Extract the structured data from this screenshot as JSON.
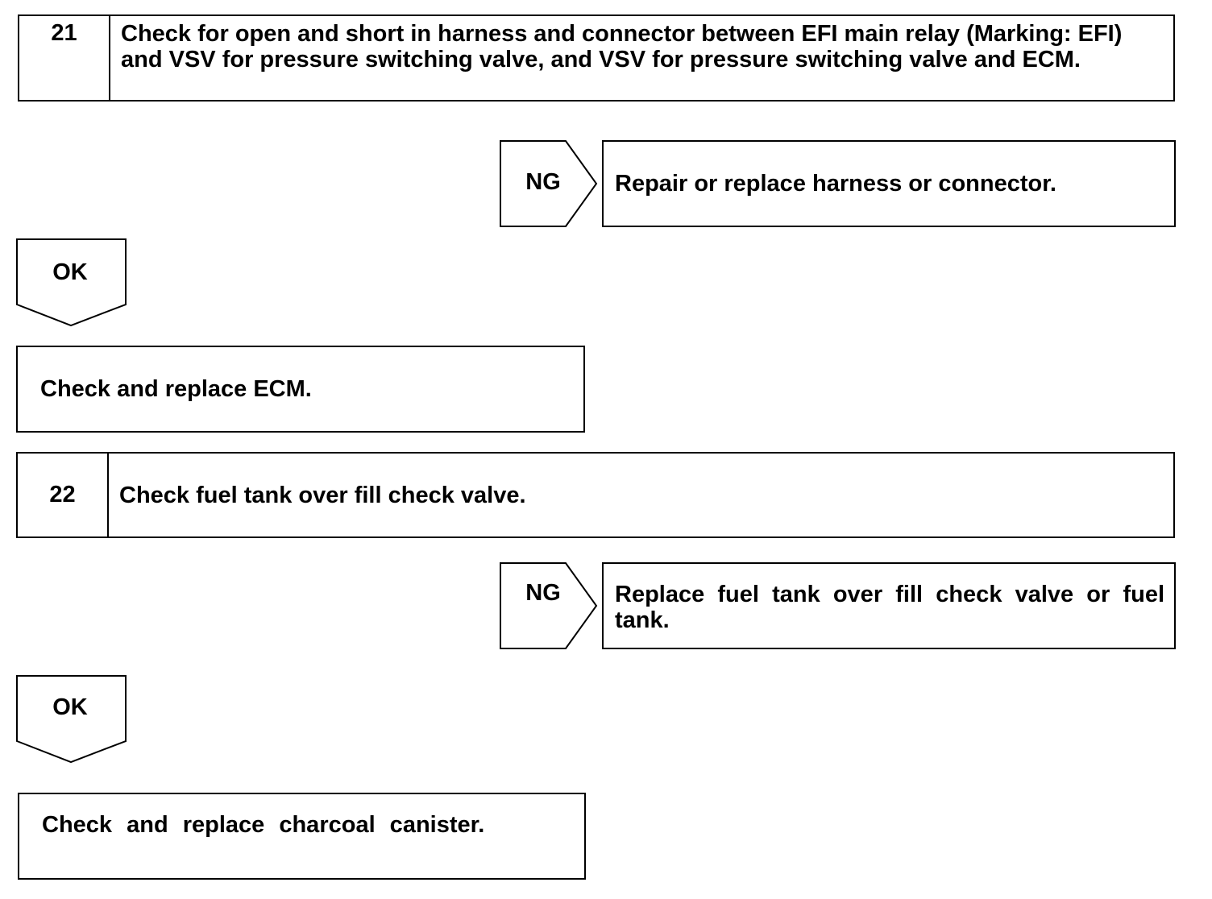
{
  "steps": [
    {
      "number": "21",
      "text": "Check for open and short in harness and connector between EFI main relay (Marking: EFI) and VSV for pressure switching valve, and VSV for pressure switching valve and ECM.",
      "ng_label": "NG",
      "ng_action": "Repair or replace harness or connector.",
      "ok_label": "OK",
      "ok_action": "Check and replace ECM."
    },
    {
      "number": "22",
      "text": "Check fuel tank over fill check valve.",
      "ng_label": "NG",
      "ng_action": "Replace fuel tank over fill check valve or fuel tank.",
      "ok_label": "OK",
      "ok_action": "Check and replace charcoal canister."
    }
  ],
  "colors": {
    "line": "#000000",
    "background": "#ffffff"
  }
}
